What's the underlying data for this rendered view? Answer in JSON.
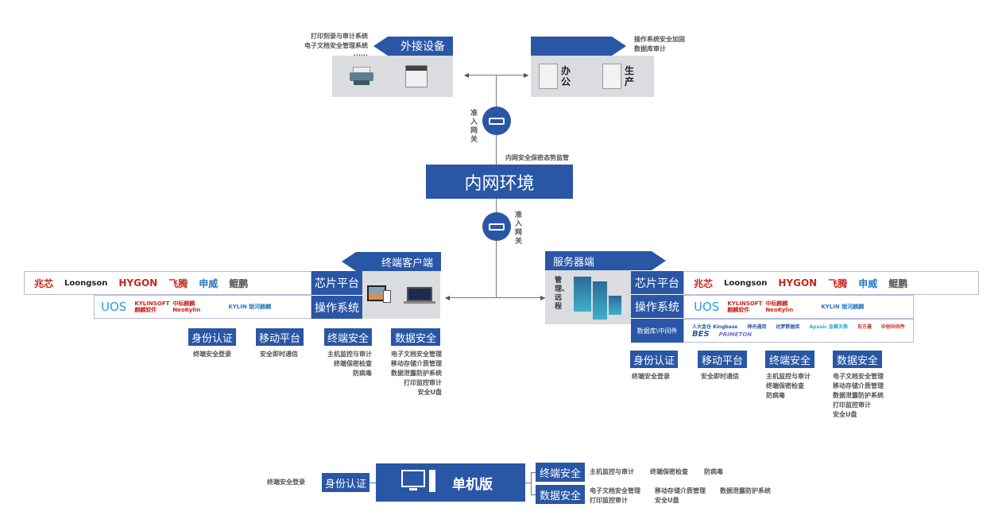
{
  "external": {
    "title": "外接设备",
    "notes": [
      "打印刻录与审计系统",
      "电子文档安全管理系统",
      "······"
    ]
  },
  "office": {
    "notes": [
      "操作系统安全加固",
      "数据库审计"
    ],
    "server1": "办公",
    "server2": "生产"
  },
  "gateway": {
    "label": "准入网关"
  },
  "intranet": {
    "title": "内网环境",
    "note": "内网安全保密态势监管"
  },
  "client": {
    "title": "终端客户端",
    "chip_label": "芯片平台",
    "os_label": "操作系统"
  },
  "server": {
    "title": "服务器端",
    "side_text": "管理、远程",
    "chip_label": "芯片平台",
    "os_label": "操作系统",
    "db_label": "数据库\\中间件"
  },
  "chip_logos": [
    "兆芯",
    "Loongson",
    "HYGON",
    "飞腾",
    "申威",
    "鲲鹏"
  ],
  "os_logos": [
    "UOS",
    "KYLINSOFT 麒麟软件",
    "中标麒麟 NeoKylin",
    "KYLIN 银河麒麟"
  ],
  "db_logos": [
    "人大金仓 Kingbase",
    "神舟通用",
    "达梦数据库",
    "Apusic 金蝶天燕",
    "东方通",
    "中创中间件",
    "BES",
    "PRIMETON"
  ],
  "client_modules": [
    {
      "title": "身份认证",
      "items": [
        "终端安全登录"
      ]
    },
    {
      "title": "移动平台",
      "items": [
        "安全即时通信"
      ]
    },
    {
      "title": "终端安全",
      "items": [
        "主机监控与审计",
        "终端保密检查",
        "防病毒"
      ]
    },
    {
      "title": "数据安全",
      "items": [
        "电子文档安全管理",
        "移动存储介质管理",
        "数据泄露防护系统",
        "打印监控审计",
        "安全U盘"
      ]
    }
  ],
  "server_modules": [
    {
      "title": "身份认证",
      "items": [
        "终端安全登录"
      ]
    },
    {
      "title": "移动平台",
      "items": [
        "安全即时通信"
      ]
    },
    {
      "title": "终端安全",
      "items": [
        "主机监控与审计",
        "终端保密检查",
        "防病毒"
      ]
    },
    {
      "title": "数据安全",
      "items": [
        "电子文档安全管理",
        "移动存储介质管理",
        "数据泄露防护系统",
        "打印监控审计",
        "安全U盘"
      ]
    }
  ],
  "standalone": {
    "title": "单机版",
    "auth_label": "身份认证",
    "auth_note": "终端安全登录",
    "terminal_label": "终端安全",
    "terminal_items": [
      "主机监控与审计",
      "终端保密检查",
      "防病毒"
    ],
    "data_label": "数据安全",
    "data_items_row1": [
      "电子文档安全管理",
      "移动存储介质管理",
      "数据泄露防护系统"
    ],
    "data_items_row2": [
      "打印监控审计",
      "安全U盘"
    ]
  },
  "colors": {
    "brand_blue": "#2a56a6",
    "panel_gray": "#dadcdf",
    "logo_red": "#d0281f"
  }
}
